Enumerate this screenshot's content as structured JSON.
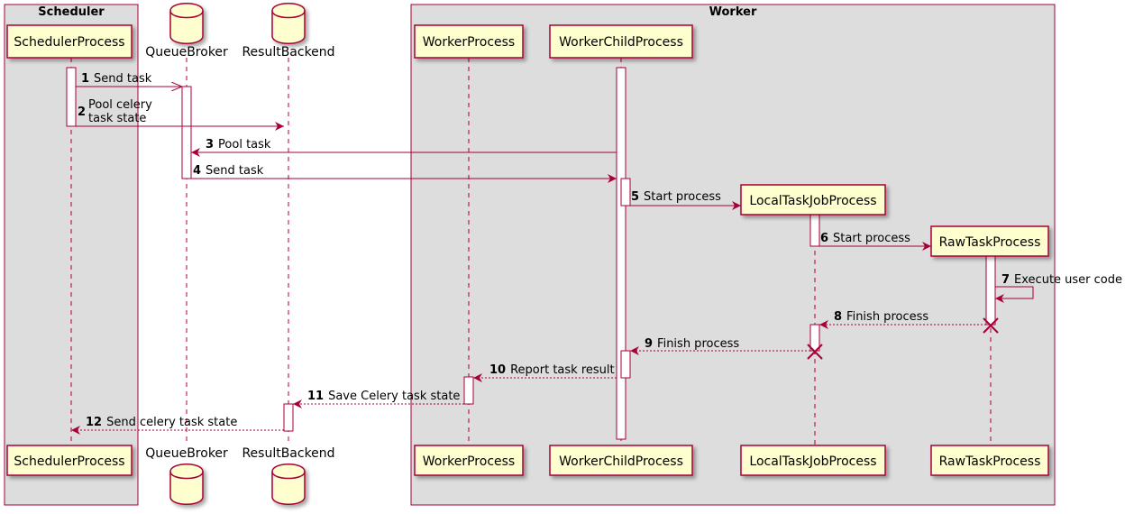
{
  "boxes": [
    {
      "id": "scheduler",
      "title": "Scheduler"
    },
    {
      "id": "worker",
      "title": "Worker"
    }
  ],
  "participants": [
    {
      "id": "scheduler_process",
      "label": "SchedulerProcess",
      "kind": "participant"
    },
    {
      "id": "queue_broker",
      "label": "QueueBroker",
      "kind": "database"
    },
    {
      "id": "result_backend",
      "label": "ResultBackend",
      "kind": "database"
    },
    {
      "id": "worker_process",
      "label": "WorkerProcess",
      "kind": "participant"
    },
    {
      "id": "worker_child_process",
      "label": "WorkerChildProcess",
      "kind": "participant"
    },
    {
      "id": "local_task_job_process",
      "label": "LocalTaskJobProcess",
      "kind": "participant",
      "created_by_message": 5
    },
    {
      "id": "raw_task_process",
      "label": "RawTaskProcess",
      "kind": "participant",
      "created_by_message": 6
    }
  ],
  "messages": [
    {
      "num": "1",
      "from": "scheduler_process",
      "to": "queue_broker",
      "text": [
        "Send task"
      ],
      "style": "async"
    },
    {
      "num": "2",
      "from": "scheduler_process",
      "to": "result_backend",
      "text": [
        "Pool celery",
        "task state"
      ],
      "style": "sync"
    },
    {
      "num": "3",
      "from": "worker_child_process",
      "to": "queue_broker",
      "text": [
        "Pool task"
      ],
      "style": "sync"
    },
    {
      "num": "4",
      "from": "queue_broker",
      "to": "worker_child_process",
      "text": [
        "Send task"
      ],
      "style": "sync"
    },
    {
      "num": "5",
      "from": "worker_child_process",
      "to": "local_task_job_process",
      "text": [
        "Start process"
      ],
      "style": "sync"
    },
    {
      "num": "6",
      "from": "local_task_job_process",
      "to": "raw_task_process",
      "text": [
        "Start process"
      ],
      "style": "sync"
    },
    {
      "num": "7",
      "from": "raw_task_process",
      "to": "raw_task_process",
      "text": [
        "Execute user code"
      ],
      "style": "self"
    },
    {
      "num": "8",
      "from": "raw_task_process",
      "to": "local_task_job_process",
      "text": [
        "Finish process"
      ],
      "style": "return",
      "destroys": "raw_task_process"
    },
    {
      "num": "9",
      "from": "local_task_job_process",
      "to": "worker_child_process",
      "text": [
        "Finish process"
      ],
      "style": "return",
      "destroys": "local_task_job_process"
    },
    {
      "num": "10",
      "from": "worker_child_process",
      "to": "worker_process",
      "text": [
        "Report task result"
      ],
      "style": "return"
    },
    {
      "num": "11",
      "from": "worker_process",
      "to": "result_backend",
      "text": [
        "Save Celery task state"
      ],
      "style": "return"
    },
    {
      "num": "12",
      "from": "result_backend",
      "to": "scheduler_process",
      "text": [
        "Send celery task state"
      ],
      "style": "return"
    }
  ],
  "colors": {
    "box_fill": "#dddddd",
    "box_stroke": "#a80036",
    "participant_fill": "#fefece",
    "participant_stroke": "#a80036",
    "arrow": "#a80036",
    "lifeline": "#a80036",
    "activation_fill": "#ffffff"
  }
}
